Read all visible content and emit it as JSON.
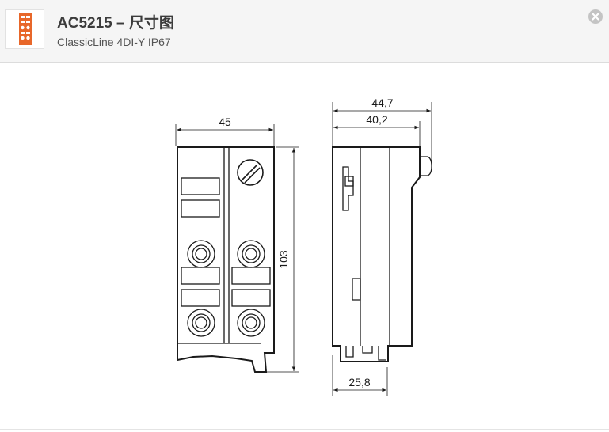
{
  "header": {
    "title": "AC5215 – 尺寸图",
    "subtitle": "ClassicLine 4DI-Y IP67",
    "thumbnail_icon": "product-thumbnail-icon",
    "close_icon": "close-icon"
  },
  "drawing": {
    "front_view": {
      "width_label": "45",
      "height_label": "103"
    },
    "side_view": {
      "depth_total_label": "44,7",
      "depth_body_label": "40,2",
      "rail_label": "25,8"
    }
  },
  "colors": {
    "accent": "#e8672a",
    "line": "#1a1a1a",
    "header_bg": "#f5f5f5"
  }
}
